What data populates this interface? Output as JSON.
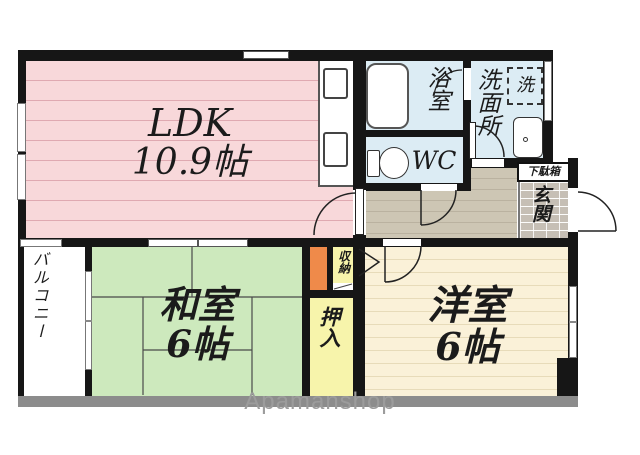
{
  "floorplan": {
    "rooms": {
      "ldk": {
        "name": "LDK",
        "size": "10.9帖"
      },
      "washitsu": {
        "name": "和室",
        "size": "6帖"
      },
      "youshitsu": {
        "name": "洋室",
        "size": "6帖"
      },
      "bathroom": {
        "label": "浴室"
      },
      "toilet": {
        "label": "WC"
      },
      "washroom": {
        "label": "洗面所"
      },
      "washer": {
        "label": "洗"
      },
      "entrance": {
        "label": "玄関"
      },
      "shoe_cabinet": {
        "label": "下駄箱"
      },
      "balcony": {
        "label": "バルコニー"
      },
      "oshiire": {
        "label": "押入"
      },
      "storage": {
        "label": "収納"
      }
    },
    "watermark": "Apamanshop",
    "colors": {
      "wall": "#161616",
      "ldk_floor": "#f8d8da",
      "ldk_line": "#dfa9b1",
      "tatami": "#cde9bd",
      "wood": "#faf1d8",
      "wood_line": "#e7dbb9",
      "water": "#dcecf4",
      "hall": "#cdc6b4",
      "hall_line": "#bab2a0",
      "tile": "#c6bfb5",
      "closet": "#f7f4ab",
      "accent_orange": "#ef8a4a",
      "bottom_bar": "#8c8c8c",
      "watermark": "#9c9c9c"
    }
  }
}
